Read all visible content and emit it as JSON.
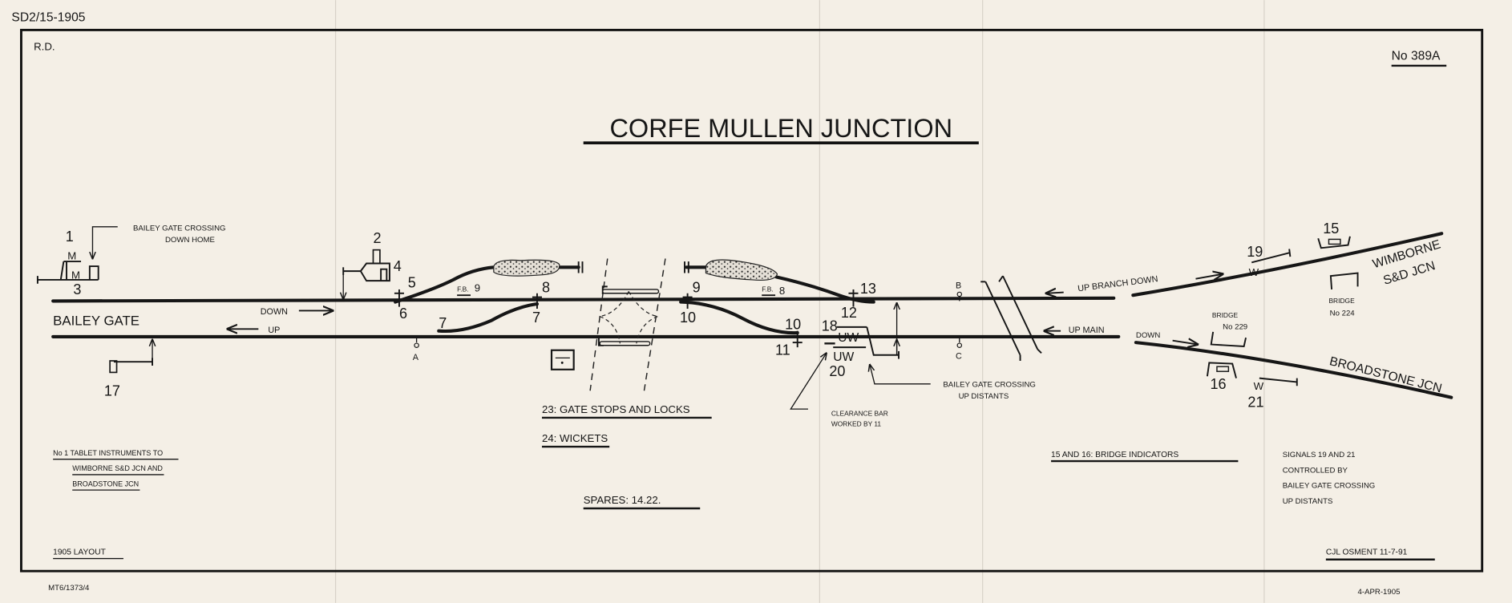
{
  "header": {
    "ref": "SD2/15-1905",
    "initials": "R.D.",
    "diagram_number": "No 389A",
    "title": "CORFE MULLEN JUNCTION"
  },
  "locations": {
    "bailey_gate": "BAILEY GATE",
    "wimborne_1": "WIMBORNE",
    "wimborne_2": "S&D JCN",
    "broadstone": "BROADSTONE JCN"
  },
  "directions": {
    "down": "DOWN",
    "up": "UP",
    "up_branch_down": "UP BRANCH DOWN",
    "up_main": "UP MAIN",
    "main_down": "DOWN"
  },
  "levers": {
    "l1": "1",
    "l2": "2",
    "l3": "3",
    "l4": "4",
    "l5": "5",
    "l6": "6",
    "l7a": "7",
    "l7b": "7",
    "l8a": "8",
    "l8b": "8",
    "l9a": "9",
    "l9b": "9",
    "l10a": "10",
    "l10b": "10",
    "l11": "11",
    "l12": "12",
    "l13": "13",
    "l15": "15",
    "l16": "16",
    "l17": "17",
    "l18": "18",
    "l19": "19",
    "l20": "20",
    "l21": "21",
    "fb": "F.B.",
    "sig_a": "A",
    "sig_b": "B",
    "sig_c": "C",
    "home_m": "M",
    "home_m2": "M",
    "uw1": "UW",
    "uw2": "UW",
    "w19": "W",
    "w21": "W"
  },
  "annotations": {
    "down_home_1": "BAILEY GATE CROSSING",
    "down_home_2": "DOWN HOME",
    "up_distants_1": "BAILEY GATE CROSSING",
    "up_distants_2": "UP DISTANTS",
    "clearance_1": "CLEARANCE BAR",
    "clearance_2": "WORKED BY 11",
    "bridge_224_1": "BRIDGE",
    "bridge_224_2": "No 224",
    "bridge_229_1": "BRIDGE",
    "bridge_229_2": "No 229"
  },
  "notes": {
    "gate_stops": "23: GATE STOPS AND LOCKS",
    "wickets": "24: WICKETS",
    "spares": "SPARES: 14.22.",
    "tablet_1": "No 1 TABLET INSTRUMENTS TO",
    "tablet_2": "WIMBORNE S&D JCN AND",
    "tablet_3": "BROADSTONE JCN",
    "layout": "1905 LAYOUT",
    "bridge_indicators": "15 AND 16: BRIDGE INDICATORS",
    "signals_1": "SIGNALS 19 AND 21",
    "signals_2": "CONTROLLED BY",
    "signals_3": "BAILEY GATE CROSSING",
    "signals_4": "UP DISTANTS",
    "author": "CJL OSMENT 11-7-91"
  },
  "footer": {
    "archive_ref": "MT6/1373/4",
    "date": "4-APR-1905"
  }
}
